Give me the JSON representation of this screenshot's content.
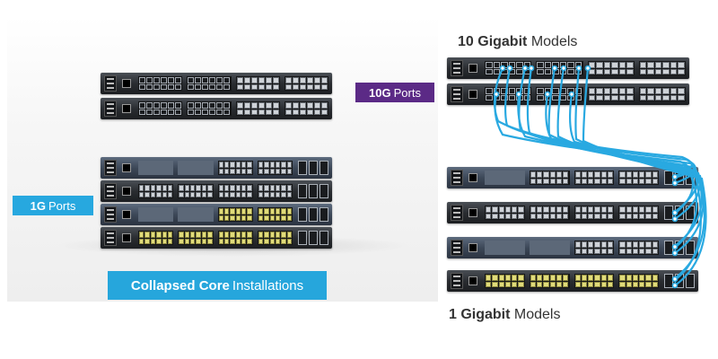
{
  "labels": {
    "one_g_ports": {
      "bold": "1G",
      "rest": "Ports"
    },
    "ten_g_ports": {
      "bold": "10G",
      "rest": "Ports"
    },
    "collapsed_core": {
      "bold": "Collapsed Core",
      "rest": "Installations"
    },
    "ten_gigabit_models": {
      "bold": "10 Gigabit",
      "rest": "Models"
    },
    "one_gigabit_models": {
      "bold": "1 Gigabit",
      "rest": "Models"
    }
  },
  "colors": {
    "one_g_label": "#27a8df",
    "ten_g_label": "#5b2a86",
    "collapsed_core_label": "#26a6dc",
    "cable": "#29a9e1"
  },
  "left_stack": {
    "ten_g_switches": [
      {
        "type": "sfp-10g"
      },
      {
        "type": "sfp-10g"
      }
    ],
    "one_g_switches": [
      {
        "type": "1g-blank-top"
      },
      {
        "type": "1g"
      },
      {
        "type": "1g-poe-half"
      },
      {
        "type": "1g-poe"
      }
    ]
  },
  "right_stack": {
    "ten_g_switches": [
      {
        "type": "sfp-10g"
      },
      {
        "type": "sfp-10g"
      }
    ],
    "one_g_switches": [
      {
        "type": "1g-blank-top"
      },
      {
        "type": "1g"
      },
      {
        "type": "1g-blank-top"
      },
      {
        "type": "1g-poe"
      }
    ]
  }
}
